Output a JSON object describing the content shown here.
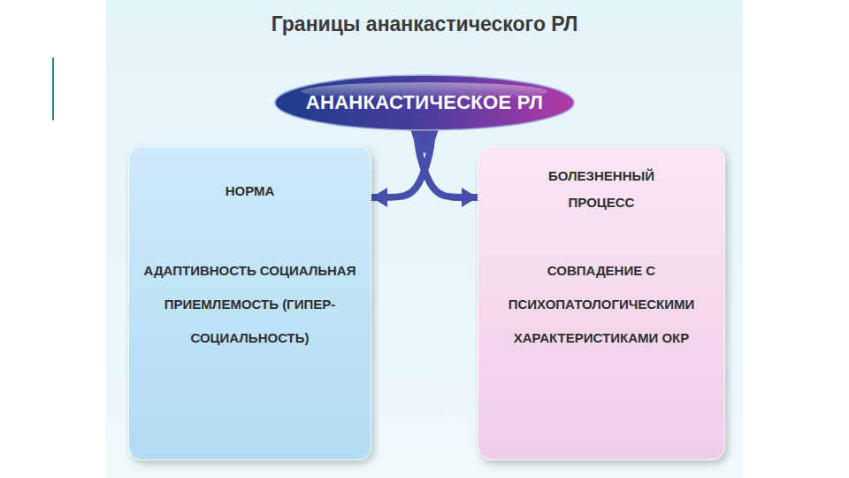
{
  "diagram": {
    "title": "Границы ананкастического РЛ",
    "nodes": [
      {
        "text": [
          "АНАНКАСТИЧЕСКОЕ РЛ"
        ]
      },
      {
        "text": [
          "НОРМА",
          "АДАПТИВНОСТЬ СОЦИАЛЬНАЯ ПРИЕМЛЕМОСТЬ (ГИПЕР-СОЦИАЛЬНОСТЬ)"
        ]
      },
      {
        "text": [
          "БОЛЕЗНЕННЫЙ ПРОЦЕСС",
          "СОВПАДЕНИЕ С ПСИХОПАТОЛОГИЧЕСКИМИ ХАРАКТЕРИСТИКАМИ ОКР"
        ]
      }
    ],
    "edges": [
      {
        "from": 0,
        "to": 1,
        "arrow": "to"
      },
      {
        "from": 0,
        "to": 2,
        "arrow": "to"
      }
    ]
  }
}
